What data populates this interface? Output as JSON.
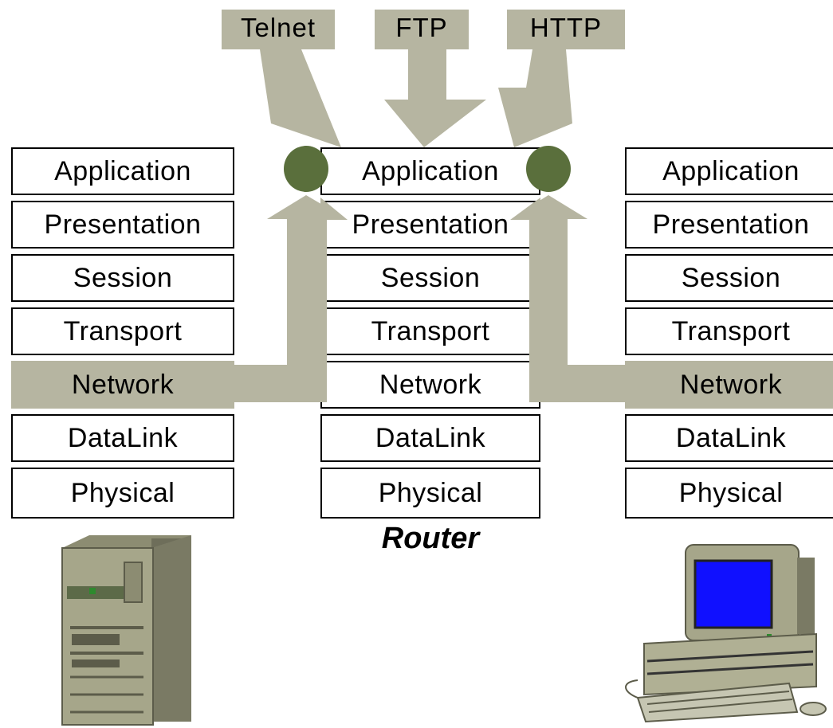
{
  "protocols": [
    "Telnet",
    "FTP",
    "HTTP"
  ],
  "stacks": {
    "left": [
      "Application",
      "Presentation",
      "Session",
      "Transport",
      "Network",
      "DataLink",
      "Physical"
    ],
    "middle": [
      "Application",
      "Presentation",
      "Session",
      "Transport",
      "Network",
      "DataLink",
      "Physical"
    ],
    "right": [
      "Application",
      "Presentation",
      "Session",
      "Transport",
      "Network",
      "DataLink",
      "Physical"
    ]
  },
  "router_label": "Router",
  "colors": {
    "arrow": "#b6b5a1",
    "node": "#5a6f3c",
    "screen": "#1010ff",
    "device_body": "#a6a68a"
  },
  "icons": [
    "server-icon",
    "desktop-computer-icon"
  ]
}
